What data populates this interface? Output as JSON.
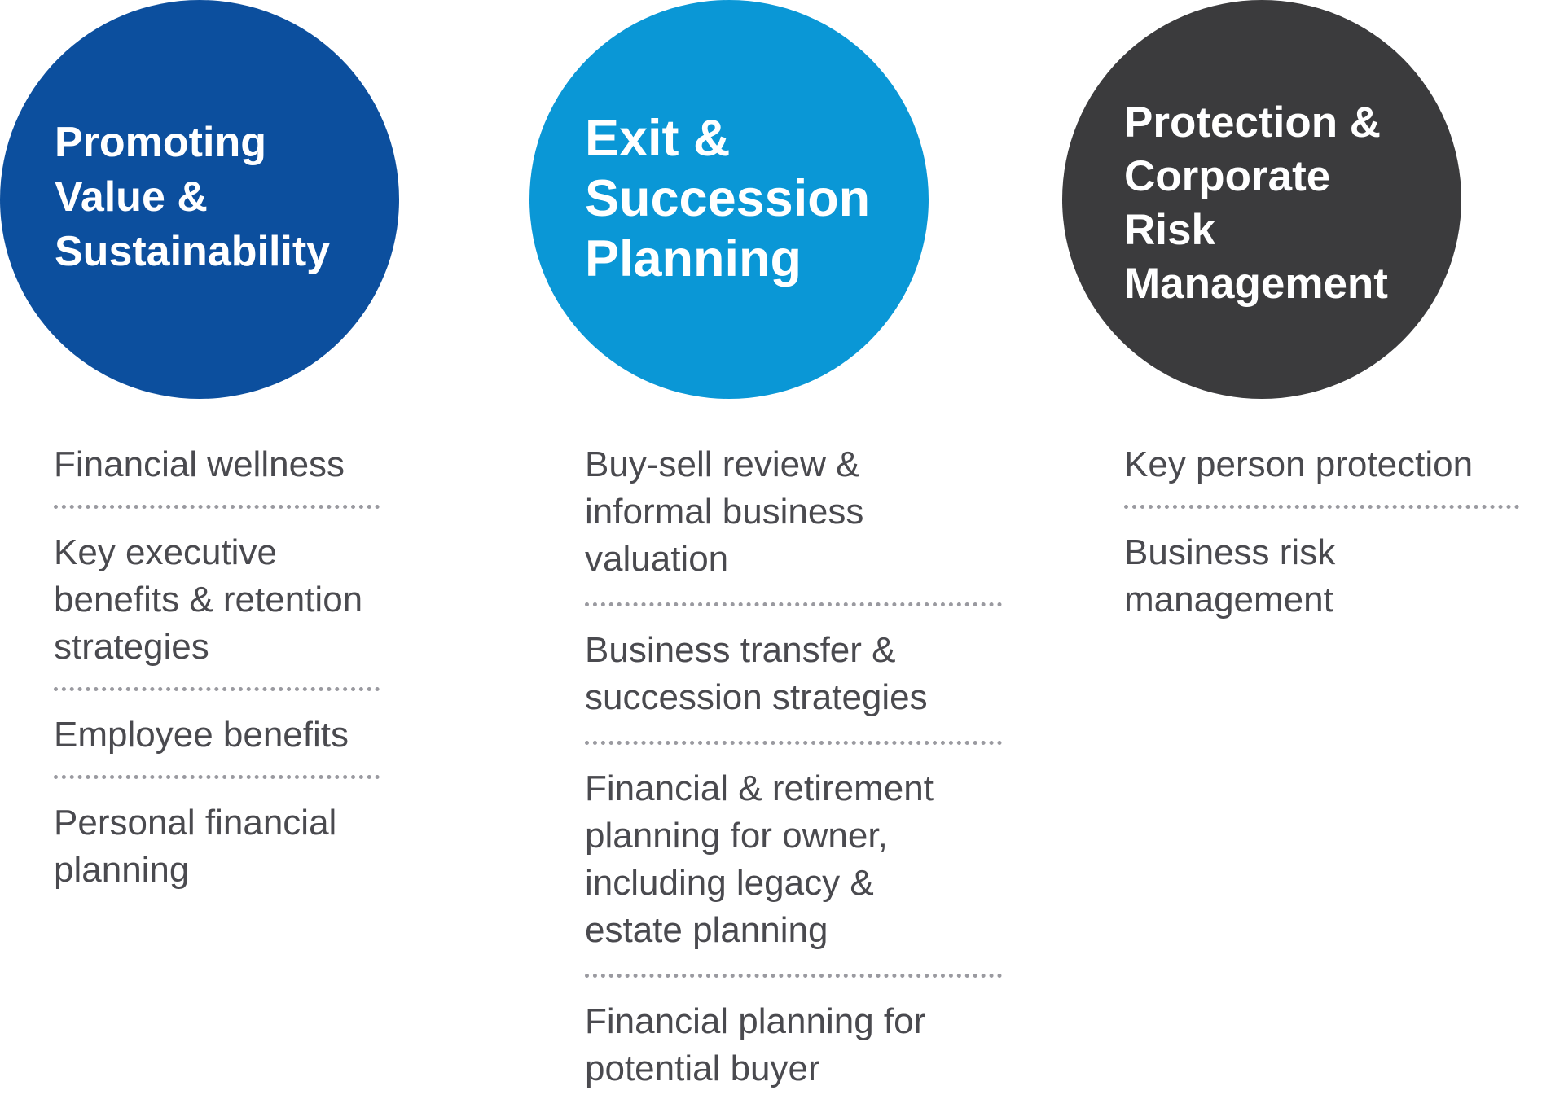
{
  "columns": [
    {
      "title": "Promoting\nValue &\nSustainability",
      "color": "#0c4f9e",
      "items": [
        "Financial wellness",
        "Key executive\nbenefits & retention\nstrategies",
        "Employee benefits",
        "Personal financial\nplanning"
      ]
    },
    {
      "title": "Exit &\nSuccession\nPlanning",
      "color": "#0a97d6",
      "items": [
        "Buy-sell review &\ninformal business\nvaluation",
        "Business transfer &\nsuccession strategies",
        "Financial & retirement\nplanning for owner,\nincluding legacy &\nestate planning",
        "Financial planning for\npotential buyer"
      ]
    },
    {
      "title": "Protection &\nCorporate\nRisk\nManagement",
      "color": "#3b3b3d",
      "items": [
        "Key person protection",
        "Business risk\nmanagement"
      ]
    }
  ]
}
